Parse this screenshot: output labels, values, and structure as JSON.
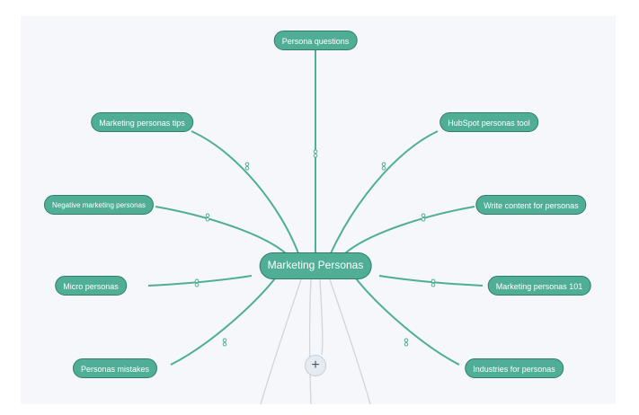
{
  "diagram": {
    "center": {
      "id": "center",
      "label": "Marketing Personas"
    },
    "branches": [
      {
        "id": "persona-questions",
        "label": "Persona questions"
      },
      {
        "id": "marketing-personas-tips",
        "label": "Marketing personas tips"
      },
      {
        "id": "hubspot-personas-tool",
        "label": "HubSpot personas tool"
      },
      {
        "id": "negative-marketing-personas",
        "label": "Negative marketing personas"
      },
      {
        "id": "write-content-for-personas",
        "label": "Write content for personas"
      },
      {
        "id": "micro-personas",
        "label": "Micro personas"
      },
      {
        "id": "marketing-personas-101",
        "label": "Marketing personas 101"
      },
      {
        "id": "personas-mistakes",
        "label": "Personas mistakes"
      },
      {
        "id": "industries-for-personas",
        "label": "Industries for personas"
      }
    ],
    "add_button": {
      "symbol": "+"
    },
    "colors": {
      "node_fill": "#4fae95",
      "node_border": "#2f7f6b",
      "link": "#4fae95",
      "background": "#f5f7fa",
      "ghost_link": "#cfd6de"
    }
  }
}
